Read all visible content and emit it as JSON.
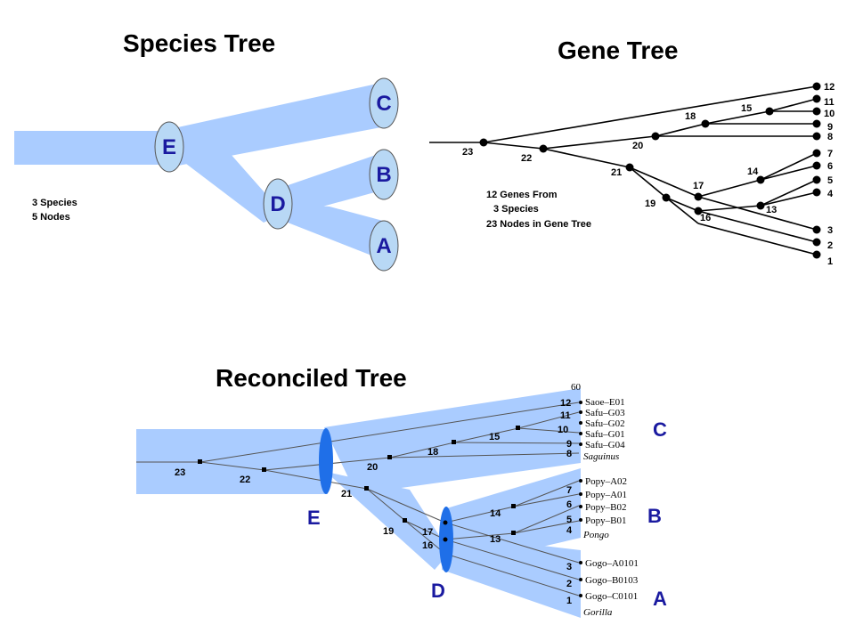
{
  "species_tree": {
    "title": "Species Tree",
    "nodes": {
      "E": "E",
      "D": "D",
      "C": "C",
      "B": "B",
      "A": "A"
    },
    "info_line1": "3 Species",
    "info_line2": "5 Nodes",
    "tube_color": "#aaccff",
    "ellipse_color": "#b8d8f5"
  },
  "gene_tree": {
    "title": "Gene Tree",
    "info_line1": "12 Genes From",
    "info_line2": "3 Species",
    "info_line3": "23 Nodes in Gene Tree",
    "leaves": [
      "12",
      "11",
      "10",
      "9",
      "8",
      "7",
      "6",
      "5",
      "4",
      "3",
      "2",
      "1"
    ],
    "internal": [
      "23",
      "22",
      "21",
      "20",
      "19",
      "18",
      "17",
      "16",
      "15",
      "14",
      "13"
    ]
  },
  "reconciled_tree": {
    "title": "Reconciled Tree",
    "species_labels": {
      "C": "C",
      "B": "B",
      "A": "A",
      "E": "E",
      "D": "D"
    },
    "scale_label": "60",
    "gene_names_c": [
      "Saoe–E01",
      "Safu–G03",
      "Safu–G02",
      "Safu–G01",
      "Safu–G04"
    ],
    "genus_c": "Saguinus",
    "gene_names_b": [
      "Popy–A02",
      "Popy–A01",
      "Popy–B02",
      "Popy–B01"
    ],
    "genus_b": "Pongo",
    "gene_names_a": [
      "Gogo–A0101",
      "Gogo–B0103",
      "Gogo–C0101"
    ],
    "genus_a": "Gorilla",
    "leaf_nums": [
      "12",
      "11",
      "10",
      "9",
      "8",
      "7",
      "6",
      "5",
      "4",
      "3",
      "2",
      "1"
    ],
    "internal": [
      "23",
      "22",
      "21",
      "20",
      "19",
      "18",
      "17",
      "16",
      "15",
      "14",
      "13"
    ],
    "ellipse_color": "#1f6fe8"
  }
}
